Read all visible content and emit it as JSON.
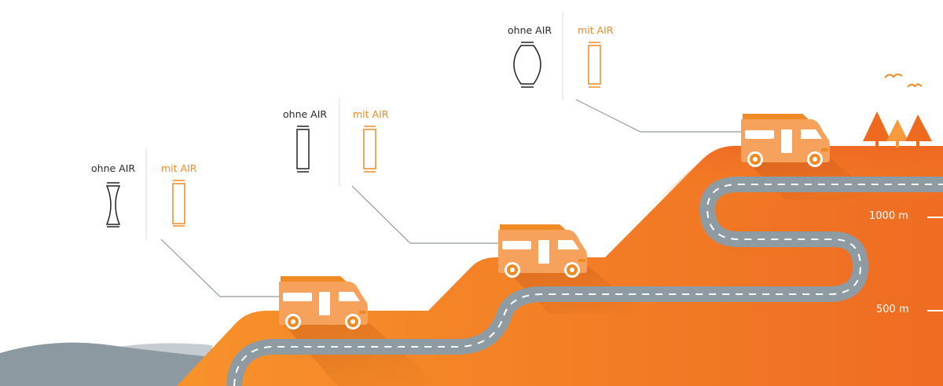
{
  "colors": {
    "hill_light": "#f7922a",
    "hill_dark": "#ee6a23",
    "road": "#8f9ba3",
    "road_dash": "#ffffff",
    "van_body": "#f7a25c",
    "van_roof": "#f08a24",
    "line_black": "#222222",
    "line_orange": "#f08a24",
    "ground_gray": "#8d99a1",
    "tree": "#ef6a1f",
    "bird": "#f08a24"
  },
  "stages": [
    {
      "ohne": "ohne AIR",
      "mit": "mit AIR",
      "ohne_shape": "waisted",
      "mit_shape": "straight"
    },
    {
      "ohne": "ohne AIR",
      "mit": "mit AIR",
      "ohne_shape": "straight",
      "mit_shape": "straight"
    },
    {
      "ohne": "ohne AIR",
      "mit": "mit AIR",
      "ohne_shape": "bulged",
      "mit_shape": "straight"
    }
  ],
  "altitudes": [
    {
      "label": "1000 m"
    },
    {
      "label": "500 m"
    }
  ]
}
